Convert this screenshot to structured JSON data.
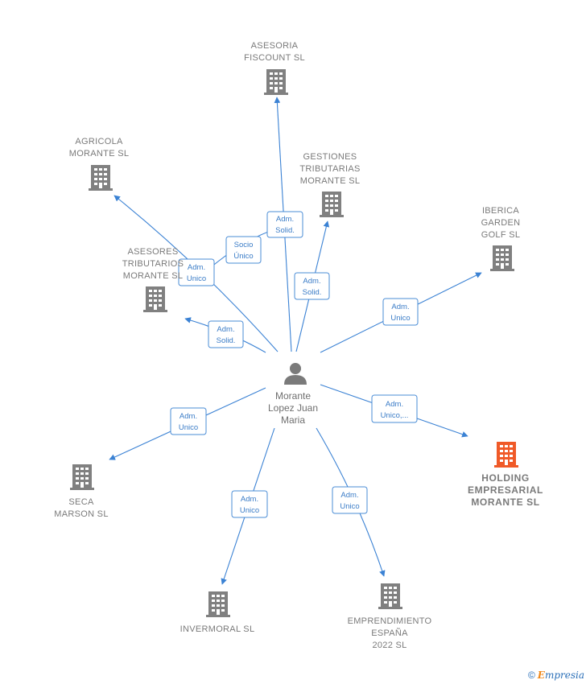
{
  "person": {
    "name_lines": [
      "Morante",
      "Lopez Juan",
      "Maria"
    ]
  },
  "colors": {
    "edge": "#3b82d4",
    "building": "#808080",
    "highlight_building": "#f05a28"
  },
  "companies": [
    {
      "id": "asesoria-fiscount",
      "lines": [
        "ASESORIA",
        "FISCOUNT  SL"
      ],
      "highlight": false
    },
    {
      "id": "agricola-morante",
      "lines": [
        "AGRICOLA",
        "MORANTE  SL"
      ],
      "highlight": false
    },
    {
      "id": "gestiones-tributarias",
      "lines": [
        "GESTIONES",
        "TRIBUTARIAS",
        "MORANTE  SL"
      ],
      "highlight": false
    },
    {
      "id": "iberica-garden",
      "lines": [
        "IBERICA",
        "GARDEN",
        "GOLF  SL"
      ],
      "highlight": false
    },
    {
      "id": "asesores-tributarios",
      "lines": [
        "ASESORES",
        "TRIBUTARIOS",
        "MORANTE  SL"
      ],
      "highlight": false
    },
    {
      "id": "holding-empresarial",
      "lines": [
        "HOLDING",
        "EMPRESARIAL",
        "MORANTE  SL"
      ],
      "highlight": true
    },
    {
      "id": "seca-marson",
      "lines": [
        "SECA",
        "MARSON  SL"
      ],
      "highlight": false
    },
    {
      "id": "invermoral",
      "lines": [
        "INVERMORAL SL"
      ],
      "highlight": false
    },
    {
      "id": "emprendimiento-espana",
      "lines": [
        "EMPRENDIMIENTO",
        "ESPAÑA",
        "2022  SL"
      ],
      "highlight": false
    }
  ],
  "relations": [
    {
      "target": "asesoria-fiscount",
      "lines": [
        "Adm.",
        "Solid."
      ]
    },
    {
      "target": "agricola-morante",
      "lines": [
        "Socio",
        "Único"
      ]
    },
    {
      "target": "agricola-morante",
      "lines": [
        "Adm.",
        "Unico"
      ]
    },
    {
      "target": "gestiones-tributarias",
      "lines": [
        "Adm.",
        "Solid."
      ]
    },
    {
      "target": "iberica-garden",
      "lines": [
        "Adm.",
        "Unico"
      ]
    },
    {
      "target": "asesores-tributarios",
      "lines": [
        "Adm.",
        "Solid."
      ]
    },
    {
      "target": "holding-empresarial",
      "lines": [
        "Adm.",
        "Unico,..."
      ]
    },
    {
      "target": "seca-marson",
      "lines": [
        "Adm.",
        "Unico"
      ]
    },
    {
      "target": "invermoral",
      "lines": [
        "Adm.",
        "Unico"
      ]
    },
    {
      "target": "emprendimiento-espana",
      "lines": [
        "Adm.",
        "Unico"
      ]
    }
  ],
  "footer": {
    "copyright": "©",
    "brand_initial": "E",
    "brand_rest": "mpresia"
  }
}
